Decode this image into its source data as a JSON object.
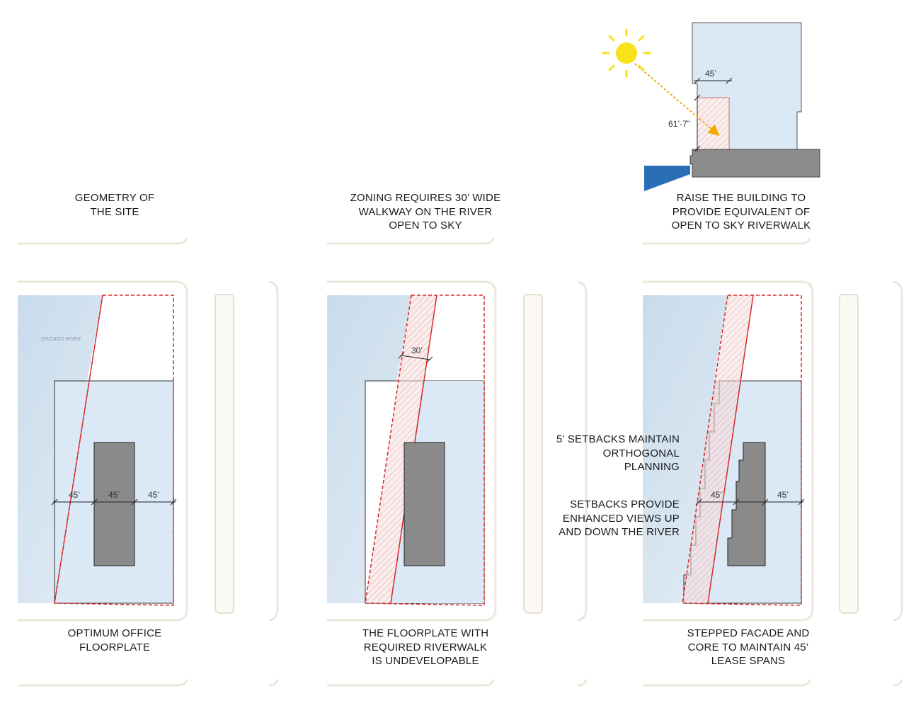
{
  "captions": {
    "geometry": "GEOMETRY OF\nTHE SITE",
    "zoning": "ZONING REQUIRES 30’ WIDE\nWALKWAY ON THE RIVER\nOPEN TO SKY",
    "raise": "RAISE THE BUILDING TO\nPROVIDE EQUIVALENT OF\nOPEN TO SKY RIVERWALK",
    "optimum": "OPTIMUM OFFICE\nFLOORPLATE",
    "floorplate": "THE FLOORPLATE WITH\nREQUIRED RIVERWALK\nIS UNDEVELOPABLE",
    "stepped": "STEPPED FACADE AND\nCORE TO MAINTAIN 45’\nLEASE SPANS"
  },
  "notes": {
    "setbacks_orthogonal": "5’ SETBACKS MAINTAIN\nORTHOGONAL\nPLANNING",
    "setbacks_views": "SETBACKS PROVIDE\nENHANCED VIEWS UP\nAND DOWN THE RIVER"
  },
  "labels": {
    "river": "CHICAGO RIVER",
    "span_45": "45’",
    "width_30": "30’",
    "height": "61’-7”"
  },
  "colors": {
    "water": "#cfe0ef",
    "floorplate": "#dbe8f6",
    "core": "#8a8a8a",
    "site_line": "#d62a2a",
    "sun": "#f7e21b",
    "sun_ray": "#f2a900",
    "river_section": "#2a6fb5",
    "ground": "#8c8c8c"
  }
}
